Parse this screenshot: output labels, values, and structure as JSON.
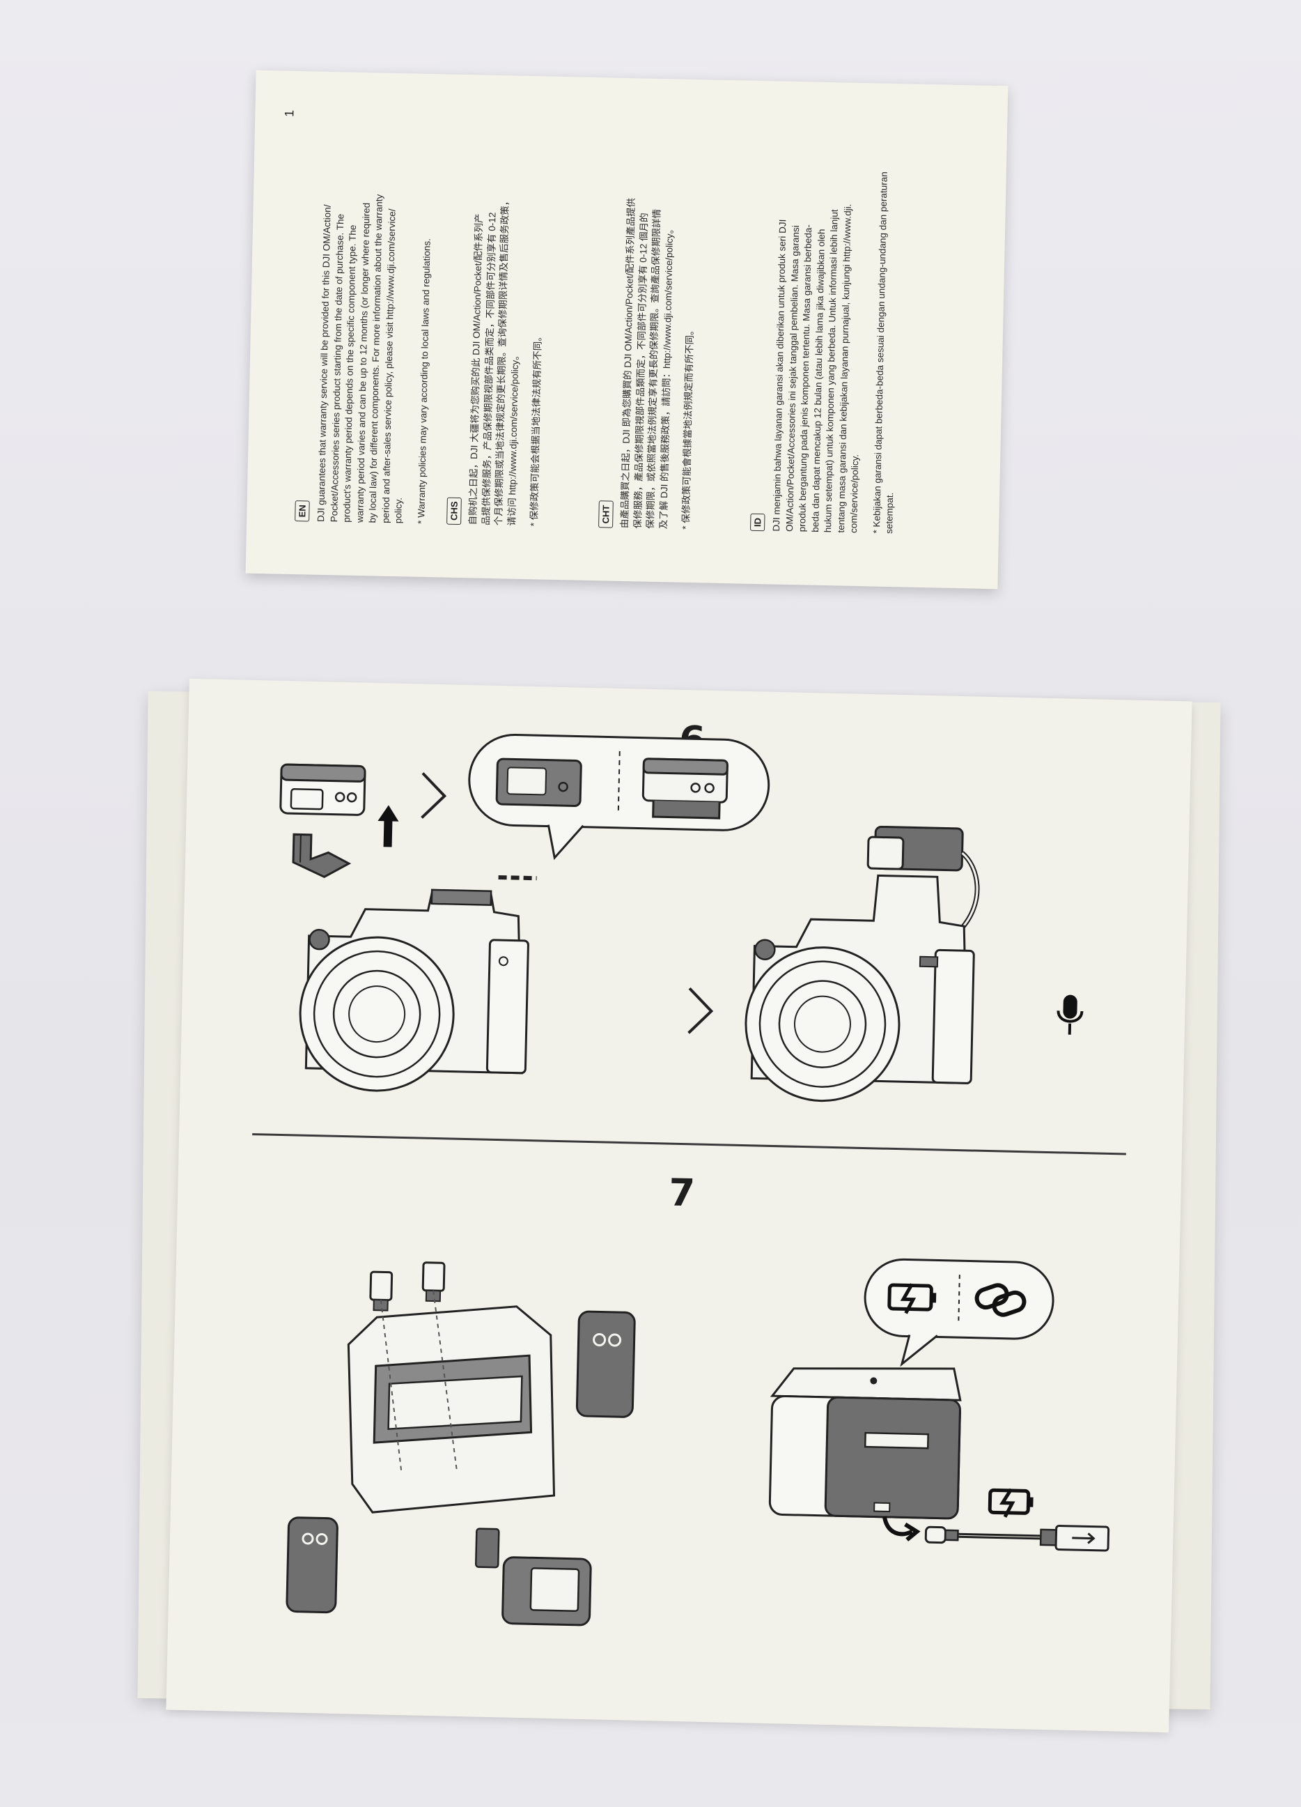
{
  "warranty_card": {
    "page_number": "1",
    "sections": [
      {
        "lang": "EN",
        "lines": [
          "DJI guarantees that warranty service will be provided for this DJI OM/Action/",
          "Pocket/Accessories series product starting from the date of purchase. The",
          "product's warranty period depends on the specific component type. The",
          "warranty period varies and can be up to 12 months (or longer where required",
          "by local law) for different components. For more information about the warranty",
          "period and after-sales service policy, please visit http://www.dji.com/service/",
          "policy."
        ],
        "note": "* Warranty policies may vary according to local laws and regulations."
      },
      {
        "lang": "CHS",
        "lines": [
          "自购机之日起，DJI 大疆将为您购买的此 DJI OM/Action/Pocket/配件系列产",
          "品提供保修服务，产品保修期限视部件品类而定，不同部件可分别享有 0-12",
          "个月保修期限或当地法律规定的更长期限。查询保修期限详情及售后服务政策，",
          "请访问 http://www.dji.com/service/policy。"
        ],
        "note": "* 保修政策可能会根据当地法律法规有所不同。"
      },
      {
        "lang": "CHT",
        "lines": [
          "由產品購買之日起，DJI 即為您購買的 DJI OM/Action/Pocket/配件系列產品提供",
          "保修服務，產品保修期限視部件品類而定，不同部件可分別享有 0-12 個月的",
          "保修期限，或依照當地法例規定享有更長的保修期限。查詢產品保修期限詳情",
          "及了解 DJI 的售後服務政策，請訪問：http://www.dji.com/service/policy。"
        ],
        "note": "* 保修政策可能會根據當地法例規定而有所不同。"
      },
      {
        "lang": "ID",
        "lines": [
          "DJI menjamin bahwa layanan garansi akan diberikan untuk produk seri DJI",
          "OM/Action/Pocket/Accessories ini sejak tanggal pembelian. Masa garansi",
          "produk bergantung pada jenis komponen tertentu. Masa garansi berbeda-",
          "beda dan dapat mencakup 12 bulan (atau lebih lama jika diwajibkan oleh",
          "hukum setempat) untuk komponen yang berbeda. Untuk informasi lebih lanjut",
          "tentang masa garansi dan kebijakan layanan purnajual, kunjungi http://www.dji.",
          "com/service/policy."
        ],
        "note": "* Kebijakan garansi dapat berbeda-beda sesuai dengan undang-undang dan peraturan setempat."
      }
    ]
  },
  "manual_page": {
    "steps": [
      {
        "number": "6"
      },
      {
        "number": "7"
      }
    ]
  },
  "colors": {
    "background": "#e9e8ed",
    "paper": "#f3f2ea",
    "ink": "#1f1f1f",
    "device_grey": "#6f6f6f"
  },
  "icons": [
    "chevron-right-icon",
    "arrow-up-icon",
    "microphone-icon",
    "battery-charging-icon",
    "link-icon",
    "usb-cable-icon"
  ]
}
